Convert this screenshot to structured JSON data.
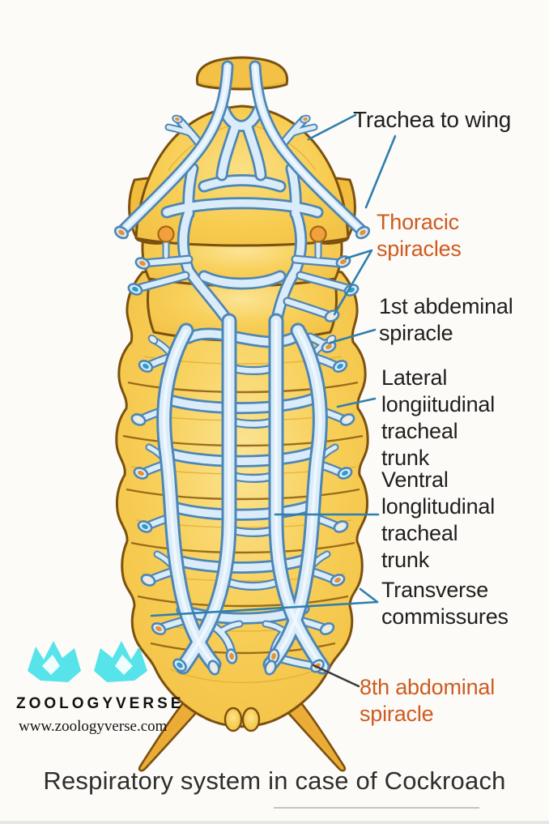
{
  "poster": {
    "title": "Respiratory system in case of Cockroach",
    "background": "#fcfbf8",
    "subject": "Cockroach tracheal (respiratory) system, dorsal diagram"
  },
  "labels": {
    "trachea_to_wing": "Trachea to wing",
    "thoracic_spiracles": "Thoracic\nspiracles",
    "first_abdominal_spiracle": "1st abdeminal\nspiracle",
    "lateral_trunk": "Lateral\nlongiitudinal\ntracheal\ntrunk",
    "ventral_trunk": "Ventral\nlonglitudinal\ntracheal\ntrunk",
    "transverse_commissures": "Transverse\ncommissures",
    "eighth_abdominal_spiracle": "8th abdominal\nspiracle"
  },
  "branding": {
    "logo_text": "ZOOLOGYVERSE",
    "website": "www.zoologyverse.com"
  },
  "colors": {
    "label_text": "#1f1f1f",
    "label_accent_orange": "#ce5b20",
    "leader_blue": "#2f7fae",
    "leader_dark": "#3a3a3a",
    "body_yellow": "#f7cb4f",
    "body_outline": "#7b5110",
    "trachea_fill": "#daecf9",
    "trachea_outline": "#4e86b5",
    "spiracle_teal": "#2d9ec9",
    "spiracle_orange": "#e8912f",
    "spiracle_cream": "#f5ecd8",
    "logo_cyan": "#57e3ea"
  }
}
